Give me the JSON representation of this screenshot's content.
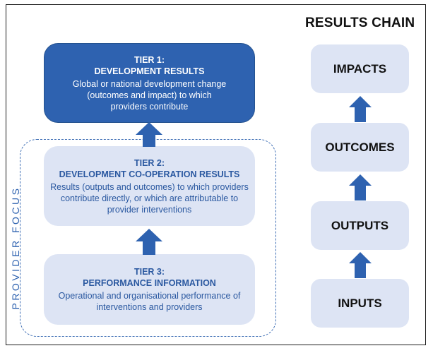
{
  "chain_title": "RESULTS CHAIN",
  "provider_focus_label": "PROVIDER FOCUS",
  "tiers": [
    {
      "name": "TIER 1:",
      "title": "DEVELOPMENT RESULTS",
      "description": "Global or national development change (outcomes and impact) to which providers contribute"
    },
    {
      "name": "TIER 2:",
      "title": "DEVELOPMENT CO-OPERATION RESULTS",
      "description": "Results (outputs and outcomes) to which providers contribute directly, or which are attributable to provider interventions"
    },
    {
      "name": "TIER 3:",
      "title": "PERFORMANCE INFORMATION",
      "description": "Operational and organisational performance of interventions and providers"
    }
  ],
  "chain_steps": [
    "IMPACTS",
    "OUTCOMES",
    "OUTPUTS",
    "INPUTS"
  ],
  "colors": {
    "tier1_fill": "#2e62b0",
    "tier_light_fill": "#dde4f4",
    "tier_text": "#2a58a0",
    "arrow": "#2e62b0",
    "dashed_border": "#3f6fb5"
  }
}
